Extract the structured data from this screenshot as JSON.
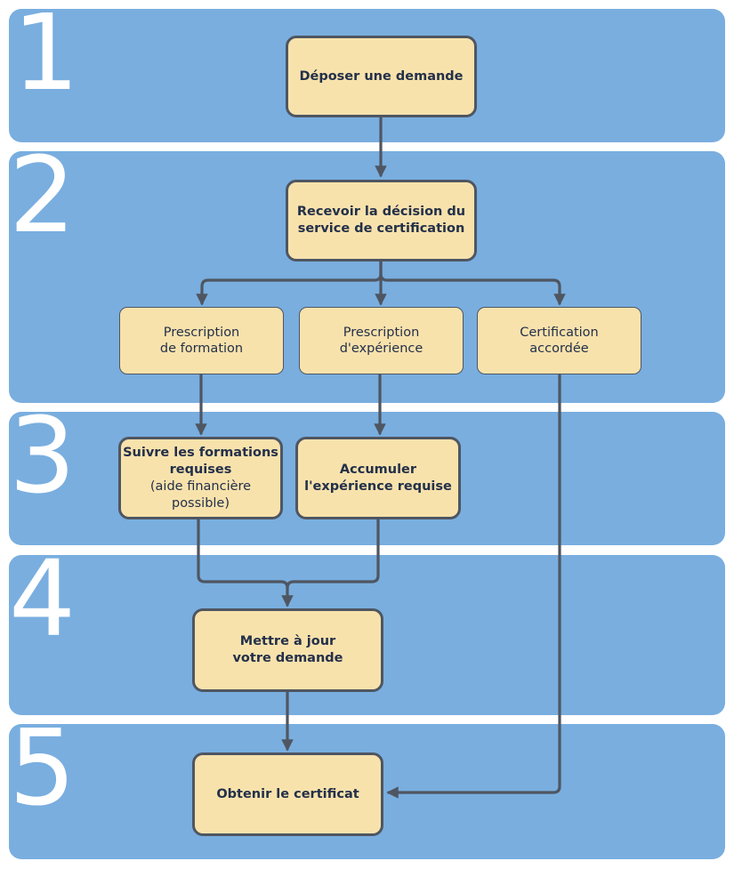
{
  "colors": {
    "band": "#79aedf",
    "box_fill": "#f8e2ac",
    "border": "#4f5661",
    "arrow": "#4f5661",
    "text": "#23304a",
    "number": "#ffffff"
  },
  "steps": [
    "1",
    "2",
    "3",
    "4",
    "5"
  ],
  "boxes": {
    "deposer": {
      "lines": [
        "Déposer une demande"
      ]
    },
    "recevoir": {
      "lines": [
        "Recevoir la décision du",
        "service de certification"
      ]
    },
    "prescription_formation": {
      "lines": [
        "Prescription",
        "de formation"
      ]
    },
    "prescription_experience": {
      "lines": [
        "Prescription",
        "d'expérience"
      ]
    },
    "certification_accordee": {
      "lines": [
        "Certification",
        "accordée"
      ]
    },
    "suivre": {
      "lines": [
        "Suivre les formations",
        "requises"
      ],
      "note": "(aide financière possible)"
    },
    "accumuler": {
      "lines": [
        "Accumuler",
        "l'expérience requise"
      ]
    },
    "mettre": {
      "lines": [
        "Mettre à jour",
        "votre demande"
      ]
    },
    "obtenir": {
      "lines": [
        "Obtenir le certificat"
      ]
    }
  }
}
